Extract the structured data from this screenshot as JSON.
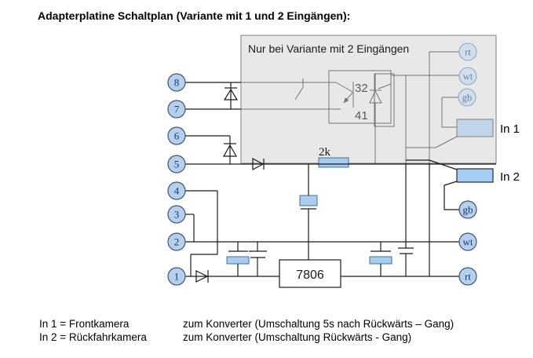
{
  "title": "Adapterplatine Schaltplan (Variante mit 1 und 2 Eingängen):",
  "overlay": {
    "label": "Nur bei Variante mit 2 Eingängen"
  },
  "pins_left": [
    "8",
    "7",
    "6",
    "5",
    "4",
    "3",
    "2",
    "1"
  ],
  "pins_right_top": [
    "rt",
    "wt",
    "gb"
  ],
  "pins_right_bottom": [
    "gb",
    "wt",
    "rt"
  ],
  "relay": {
    "terminal_top": "32",
    "terminal_bottom": "41"
  },
  "resistor_label": "2k",
  "regulator_label": "7806",
  "output1_label": "In 1",
  "output2_label": "In 2",
  "legend": {
    "row1": {
      "term": "In 1 = Frontkamera",
      "desc": "zum Konverter (Umschaltung 5s nach Rückwärts – Gang)"
    },
    "row2": {
      "term": "In 2 = Rückfahrkamera",
      "desc": "zum Konverter (Umschaltung Rückwärts - Gang)"
    }
  },
  "colors": {
    "overlay_fill": "#e8e8e8",
    "overlay_border": "#808080",
    "wire": "#1a1a1a",
    "muted_line": "#737373",
    "pin_fill": "#b4d0ee",
    "component_fill": "#a9cdee",
    "in2_fill": "#a3cdf2",
    "in1_fill": "#c0d5ea"
  }
}
